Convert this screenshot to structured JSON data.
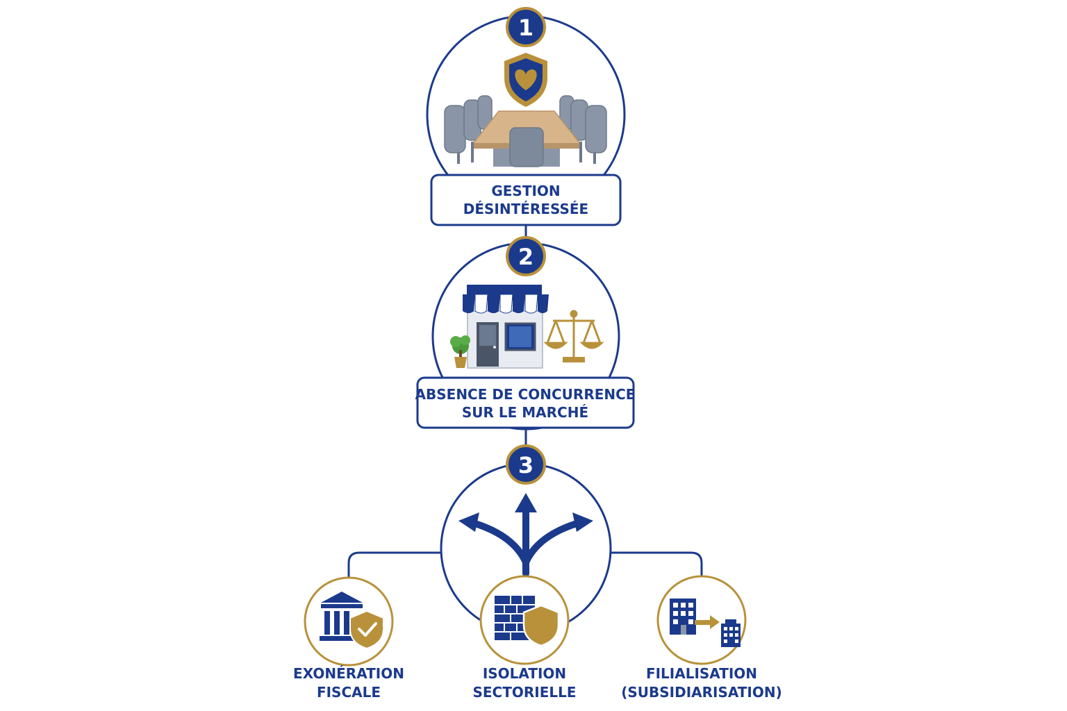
{
  "steps": [
    {
      "number": "1",
      "label_lines": [
        "GESTION",
        "DÉSINTÉRESSÉE"
      ]
    },
    {
      "number": "2",
      "label_lines": [
        "ABSENCE DE CONCURRENCE",
        "SUR LE MARCHÉ"
      ]
    },
    {
      "number": "3",
      "label_lines": []
    }
  ],
  "options": [
    {
      "label_lines": [
        "EXONÉRATION",
        "FISCALE"
      ]
    },
    {
      "label_lines": [
        "ISOLATION",
        "SECTORIELLE"
      ]
    },
    {
      "label_lines": [
        "FILIALISATION",
        "(SUBSIDIARISATION)"
      ]
    }
  ],
  "colors": {
    "navy": "#1b3a8c",
    "gold": "#b8913a",
    "gray": "#8a96a8",
    "wood": "#d8b48a"
  },
  "icons": [
    "shield-heart-icon",
    "boardroom-table-icon",
    "storefront-icon",
    "scales-icon",
    "three-arrows-icon",
    "bank-shield-icon",
    "wall-shield-icon",
    "building-transfer-icon"
  ]
}
